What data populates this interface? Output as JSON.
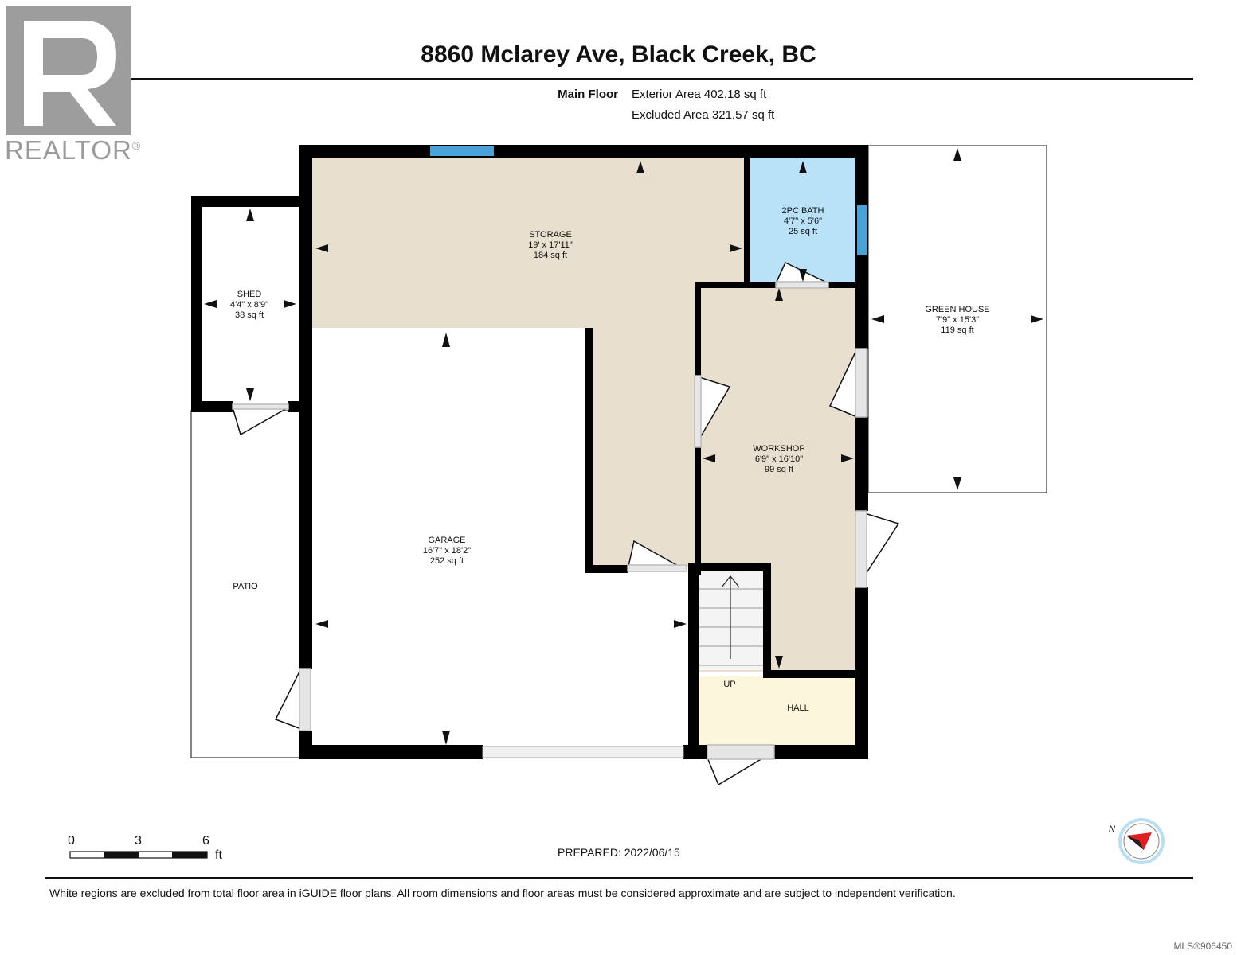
{
  "header": {
    "title": "8860 Mclarey Ave, Black Creek, BC",
    "floor_label": "Main Floor",
    "exterior_area": "Exterior Area 402.18 sq ft",
    "excluded_area": "Excluded Area 321.57 sq ft"
  },
  "logo": {
    "text": "REALTOR",
    "mark": "®"
  },
  "rooms": {
    "storage": {
      "name": "STORAGE",
      "dims": "19' x 17'11\"",
      "area": "184 sq ft"
    },
    "bath": {
      "name": "2PC BATH",
      "dims": "4'7\" x 5'6\"",
      "area": "25 sq ft"
    },
    "shed": {
      "name": "SHED",
      "dims": "4'4\" x 8'9\"",
      "area": "38 sq ft"
    },
    "greenhouse": {
      "name": "GREEN HOUSE",
      "dims": "7'9\" x 15'3\"",
      "area": "119 sq ft"
    },
    "workshop": {
      "name": "WORKSHOP",
      "dims": "6'9\" x 16'10\"",
      "area": "99 sq ft"
    },
    "garage": {
      "name": "GARAGE",
      "dims": "16'7\" x 18'2\"",
      "area": "252 sq ft"
    },
    "patio": {
      "name": "PATIO"
    },
    "hall": {
      "name": "HALL"
    },
    "stairs": {
      "label": "UP"
    }
  },
  "scale": {
    "ticks": [
      "0",
      "3",
      "6"
    ],
    "unit": "ft"
  },
  "compass": {
    "label": "N"
  },
  "prepared": "PREPARED: 2022/06/15",
  "footnote": "White regions are excluded from total floor area in iGUIDE floor plans. All room dimensions and floor areas must be considered approximate and are subject to independent verification.",
  "mls": "MLS®906450",
  "colors": {
    "storage": "#e8dfcf",
    "bath": "#b9e2f8",
    "hall": "#fcf7dc",
    "window": "#4aa3d8",
    "wall": "#000000"
  }
}
